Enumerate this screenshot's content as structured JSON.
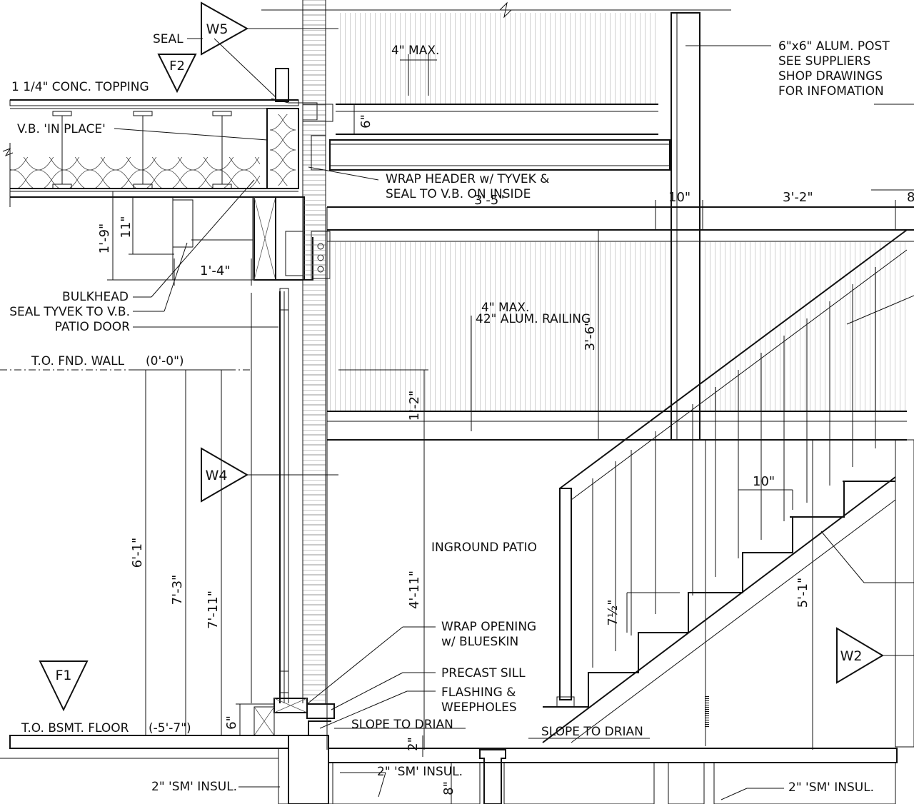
{
  "labels": {
    "seal": "SEAL",
    "conc_topping": "1 1/4\" CONC. TOPPING",
    "vb_in_place": "V.B. 'IN PLACE'",
    "wrap_header_1": "WRAP HEADER w/ TYVEK &",
    "wrap_header_2": "SEAL TO V.B. ON INSIDE",
    "bulkhead": "BULKHEAD",
    "seal_tyvek": "SEAL TYVEK TO V.B.",
    "patio_door": "PATIO DOOR",
    "to_fnd_wall": "T.O. FND. WALL",
    "to_fnd_wall_elev": "(0'-0\")",
    "post_1": "6\"x6\" ALUM. POST",
    "post_2": "SEE SUPPLIERS",
    "post_3": "SHOP DRAWINGS",
    "post_4": "FOR INFOMATION",
    "railing": "42\" ALUM. RAILING",
    "max_top": "4\" MAX.",
    "max_mid": "4\" MAX.",
    "inground_patio": "INGROUND PATIO",
    "wrap_opening_1": "WRAP OPENING",
    "wrap_opening_2": "w/ BLUESKIN",
    "precast_sill": "PRECAST SILL",
    "flashing_1": "FLASHING &",
    "flashing_2": "WEEPHOLES",
    "slope_1": "SLOPE TO DRIAN",
    "slope_2": "SLOPE TO DRIAN",
    "to_bsmt_floor": "T.O. BSMT. FLOOR",
    "to_bsmt_floor_elev": "(-5'-7\")",
    "insul_1": "2\" 'SM' INSUL.",
    "insul_2": "2\" 'SM' INSUL.",
    "insul_3": "2\" 'SM' INSUL."
  },
  "tags": {
    "w5": "W5",
    "f2": "F2",
    "w4": "W4",
    "f1": "F1",
    "w2": "W2"
  },
  "dimensions": {
    "d_6": "6\"",
    "d_3_5": "3'-5\"",
    "d_10_top": "10\"",
    "d_3_2": "3'-2\"",
    "d_8": "8",
    "d_1_9": "1'-9\"",
    "d_11": "11\"",
    "d_1_4": "1'-4\"",
    "d_3_6": "3'-6\"",
    "d_1_2": "1'-2\"",
    "d_6_1": "6'-1\"",
    "d_7_3": "7'-3\"",
    "d_7_11": "7'-11\"",
    "d_4_11": "4'-11\"",
    "d_10_stair": "10\"",
    "d_7_5": "7½\"",
    "d_5_1": "5'-1\"",
    "d_6_sill": "6\"",
    "d_2": "2\"",
    "d_8_bottom": "8\""
  }
}
